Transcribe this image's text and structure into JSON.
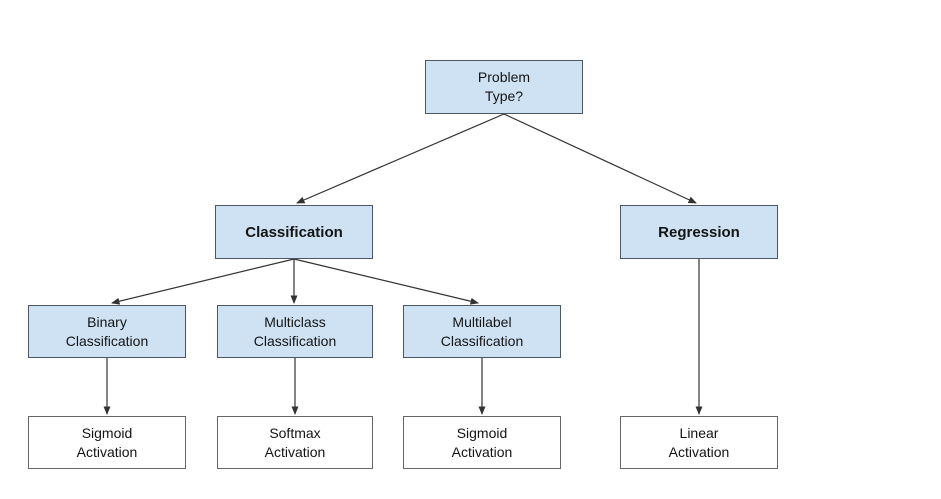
{
  "diagram": {
    "type": "flowchart",
    "nodes": {
      "problem_type": {
        "label": "Problem\nType?"
      },
      "classification": {
        "label": "Classification"
      },
      "regression": {
        "label": "Regression"
      },
      "binary_classification": {
        "label": "Binary\nClassification"
      },
      "multiclass_classification": {
        "label": "Multiclass\nClassification"
      },
      "multilabel_classification": {
        "label": "Multilabel\nClassification"
      },
      "sigmoid_activation_binary": {
        "label": "Sigmoid\nActivation"
      },
      "softmax_activation": {
        "label": "Softmax\nActivation"
      },
      "sigmoid_activation_multilabel": {
        "label": "Sigmoid\nActivation"
      },
      "linear_activation": {
        "label": "Linear\nActivation"
      }
    },
    "edges": [
      {
        "from": "problem_type",
        "to": "classification"
      },
      {
        "from": "problem_type",
        "to": "regression"
      },
      {
        "from": "classification",
        "to": "binary_classification"
      },
      {
        "from": "classification",
        "to": "multiclass_classification"
      },
      {
        "from": "classification",
        "to": "multilabel_classification"
      },
      {
        "from": "binary_classification",
        "to": "sigmoid_activation_binary"
      },
      {
        "from": "multiclass_classification",
        "to": "softmax_activation"
      },
      {
        "from": "multilabel_classification",
        "to": "sigmoid_activation_multilabel"
      },
      {
        "from": "regression",
        "to": "linear_activation"
      }
    ],
    "colors": {
      "background": "#ffffff",
      "decision_node_fill": "#cfe2f3",
      "decision_node_border": "#4d5763",
      "leaf_node_fill": "#ffffff",
      "leaf_node_border": "#666666",
      "arrow": "#333333",
      "text": "#141414"
    }
  }
}
